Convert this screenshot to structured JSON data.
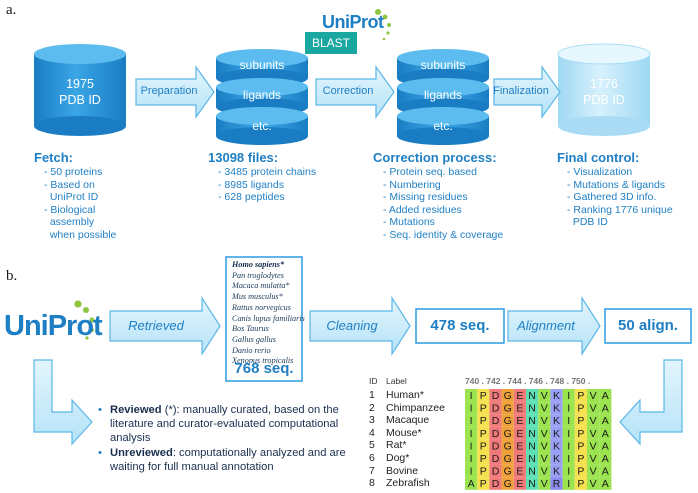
{
  "panel_a": {
    "label": "a.",
    "uniprot_logo_text": "UniProt",
    "blast_label": "BLAST",
    "cyl1": {
      "line1": "1975",
      "line2": "PDB ID"
    },
    "stack1": [
      "subunits",
      "ligands",
      "etc."
    ],
    "stack2": [
      "subunits",
      "ligands",
      "etc."
    ],
    "cyl2": {
      "line1": "1776",
      "line2": "PDB ID"
    },
    "arrows": [
      "Preparation",
      "Correction",
      "Finalization"
    ],
    "fetch": {
      "title": "Fetch:",
      "items": [
        "- 50 proteins",
        "- Based on",
        "  UniProt ID",
        "- Biological",
        "  assembly",
        "  when possible"
      ]
    },
    "files": {
      "title": "13098 files:",
      "items": [
        "- 3485 protein chains",
        "- 8985 ligands",
        "- 628 peptides"
      ]
    },
    "correction": {
      "title": "Correction process:",
      "items": [
        "- Protein seq. based",
        "- Numbering",
        "- Missing residues",
        "- Added residues",
        "- Mutations",
        "- Seq. identity & coverage"
      ]
    },
    "final": {
      "title": "Final control:",
      "items": [
        "- Visualization",
        "- Mutations & ligands",
        "- Gathered 3D info.",
        "- Ranking 1776 unique",
        "  PDB ID"
      ]
    }
  },
  "panel_b": {
    "label": "b.",
    "uniprot_logo_text": "UniProt",
    "arrows": [
      "Retrieved",
      "Cleaning",
      "Alignment"
    ],
    "species": [
      "Homo sapiens*",
      "Pan troglodytes",
      "Macaca mulatta*",
      "Mus musculus*",
      "Rattus norvegicus",
      "Canis lupus familiaris",
      "Bos Taurus",
      "Gallus gallus",
      "Danio rerio",
      "Xenopus tropicalis"
    ],
    "seq_count": "768 seq.",
    "clean_count": "478 seq.",
    "align_count": "50 align.",
    "reviewed_bold": "Reviewed",
    "reviewed_text": " (*): manually curated, based on the literature and curator-evaluated computational analysis",
    "unreviewed_bold": "Unreviewed",
    "unreviewed_text": ": computationally analyzed and are waiting for full manual annotation",
    "alignment": {
      "id_header": "ID",
      "label_header": "Label",
      "ruler": "740 . 742 . 744 . 746 . 748 . 750 .",
      "rows": [
        {
          "id": "1",
          "label": "Human*",
          "seq": "IPDGENVKIPVA"
        },
        {
          "id": "2",
          "label": "Chimpanzee",
          "seq": "IPDGENVKIPVA"
        },
        {
          "id": "3",
          "label": "Macaque",
          "seq": "IPDGENVKIPVA"
        },
        {
          "id": "4",
          "label": "Mouse*",
          "seq": "IPDGENVKIPVA"
        },
        {
          "id": "5",
          "label": "Rat*",
          "seq": "IPDGENVKIPVA"
        },
        {
          "id": "6",
          "label": "Dog*",
          "seq": "IPDGENVKIPVA"
        },
        {
          "id": "7",
          "label": "Bovine",
          "seq": "IPDGENVKIPVA"
        },
        {
          "id": "8",
          "label": "Zebrafish",
          "seq": "APDGENVRIPVA"
        }
      ],
      "residue_colors": {
        "I": "#9be34f",
        "P": "#f5e050",
        "D": "#f07a7a",
        "G": "#f0a23a",
        "E": "#f07a7a",
        "N": "#5ee0b4",
        "V": "#9be34f",
        "K": "#9aa0f5",
        "R": "#8a8af0",
        "A": "#9be34f"
      }
    }
  },
  "colors": {
    "accent": "#1f7fc4",
    "light": "#c8ecfb",
    "mid": "#2c9be0"
  }
}
